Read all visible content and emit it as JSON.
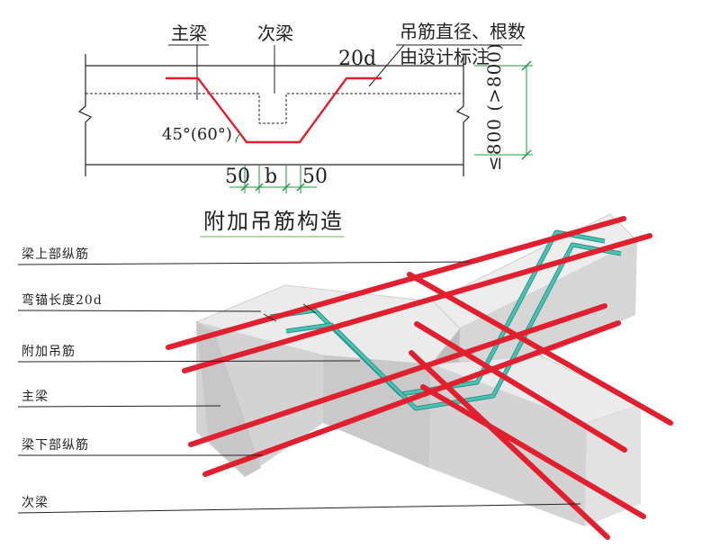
{
  "section": {
    "labels": {
      "main_beam": "主梁",
      "secondary_beam": "次梁",
      "hanger_note_1": "吊筋直径、根数",
      "hanger_note_2": "由设计标注",
      "anchor_len": "20d",
      "angle": "45°(60°)",
      "dim_left": "50",
      "dim_mid": "b",
      "dim_right": "50",
      "height_dim": "≤800 (>800)"
    }
  },
  "title": "附加吊筋构造",
  "isometric": {
    "labels": {
      "top_rebar": "梁上部纵筋",
      "anchor_length": "弯锚长度20d",
      "hanger": "附加吊筋",
      "main_beam": "主梁",
      "bottom_rebar": "梁下部纵筋",
      "secondary_beam": "次梁"
    }
  },
  "colors": {
    "rebar": "#e0202e",
    "hanger": "#3bb3a6",
    "concrete_top": "#ebebeb",
    "concrete_side": "#d3d3d3",
    "concrete_dark": "#b8b8b8",
    "dim_green": "#1a9b3c",
    "title_underline": "#b7d7a8"
  }
}
